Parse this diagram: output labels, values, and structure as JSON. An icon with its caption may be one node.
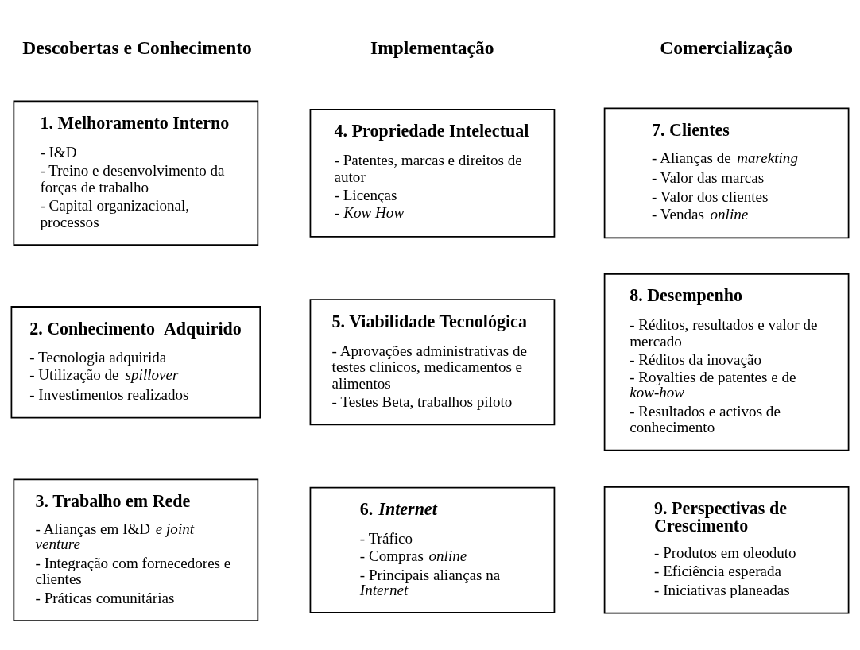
{
  "diagram": {
    "nodes": [
      {
        "text": [
          "1. Melhoramento Interno",
          "- I&D",
          "- Treino e desenvolvimento da forças de trabalho",
          "- Capital organizacional, processos"
        ]
      },
      {
        "text": [
          "2. Conhecimento  Adquirido",
          "- Tecnologia adquirida",
          "- Utilização de *spillover*",
          "- Investimentos realizados"
        ]
      },
      {
        "text": [
          "3. Trabalho em Rede",
          "- Alianças em I&D *e joint venture*",
          "- Integração com fornecedores e clientes",
          "- Práticas comunitárias"
        ]
      },
      {
        "text": [
          "4. Propriedade Intelectual",
          "- Patentes, marcas e direitos de autor",
          "- Licenças",
          "- *Kow How*"
        ]
      },
      {
        "text": [
          "5. Viabilidade Tecnológica",
          "- Aprovações administrativas de testes clínicos, medicamentos e alimentos",
          "- Testes Beta, trabalhos piloto"
        ]
      },
      {
        "text": [
          "6. *Internet*",
          "- Tráfico",
          "- Compras *online*",
          "- Principais alianças na *Internet*"
        ]
      },
      {
        "text": [
          "7. Clientes",
          "- Alianças de *marekting*",
          "- Valor das marcas",
          "- Valor dos clientes",
          "- Vendas *online*"
        ]
      },
      {
        "text": [
          "8. Desempenho",
          "- Réditos, resultados e valor de mercado",
          "- Réditos da inovação",
          "- Royalties de patentes e de *kow-how*",
          "- Resultados e activos de conhecimento"
        ]
      },
      {
        "text": [
          "9. Perspectivas de Crescimento",
          "- Produtos em oleoduto",
          "- Eficiência esperada",
          "- Iniciativas planeadas"
        ]
      }
    ],
    "labels": [
      "Descobertas e Conhecimento",
      "Implementação",
      "Comercialização"
    ]
  }
}
